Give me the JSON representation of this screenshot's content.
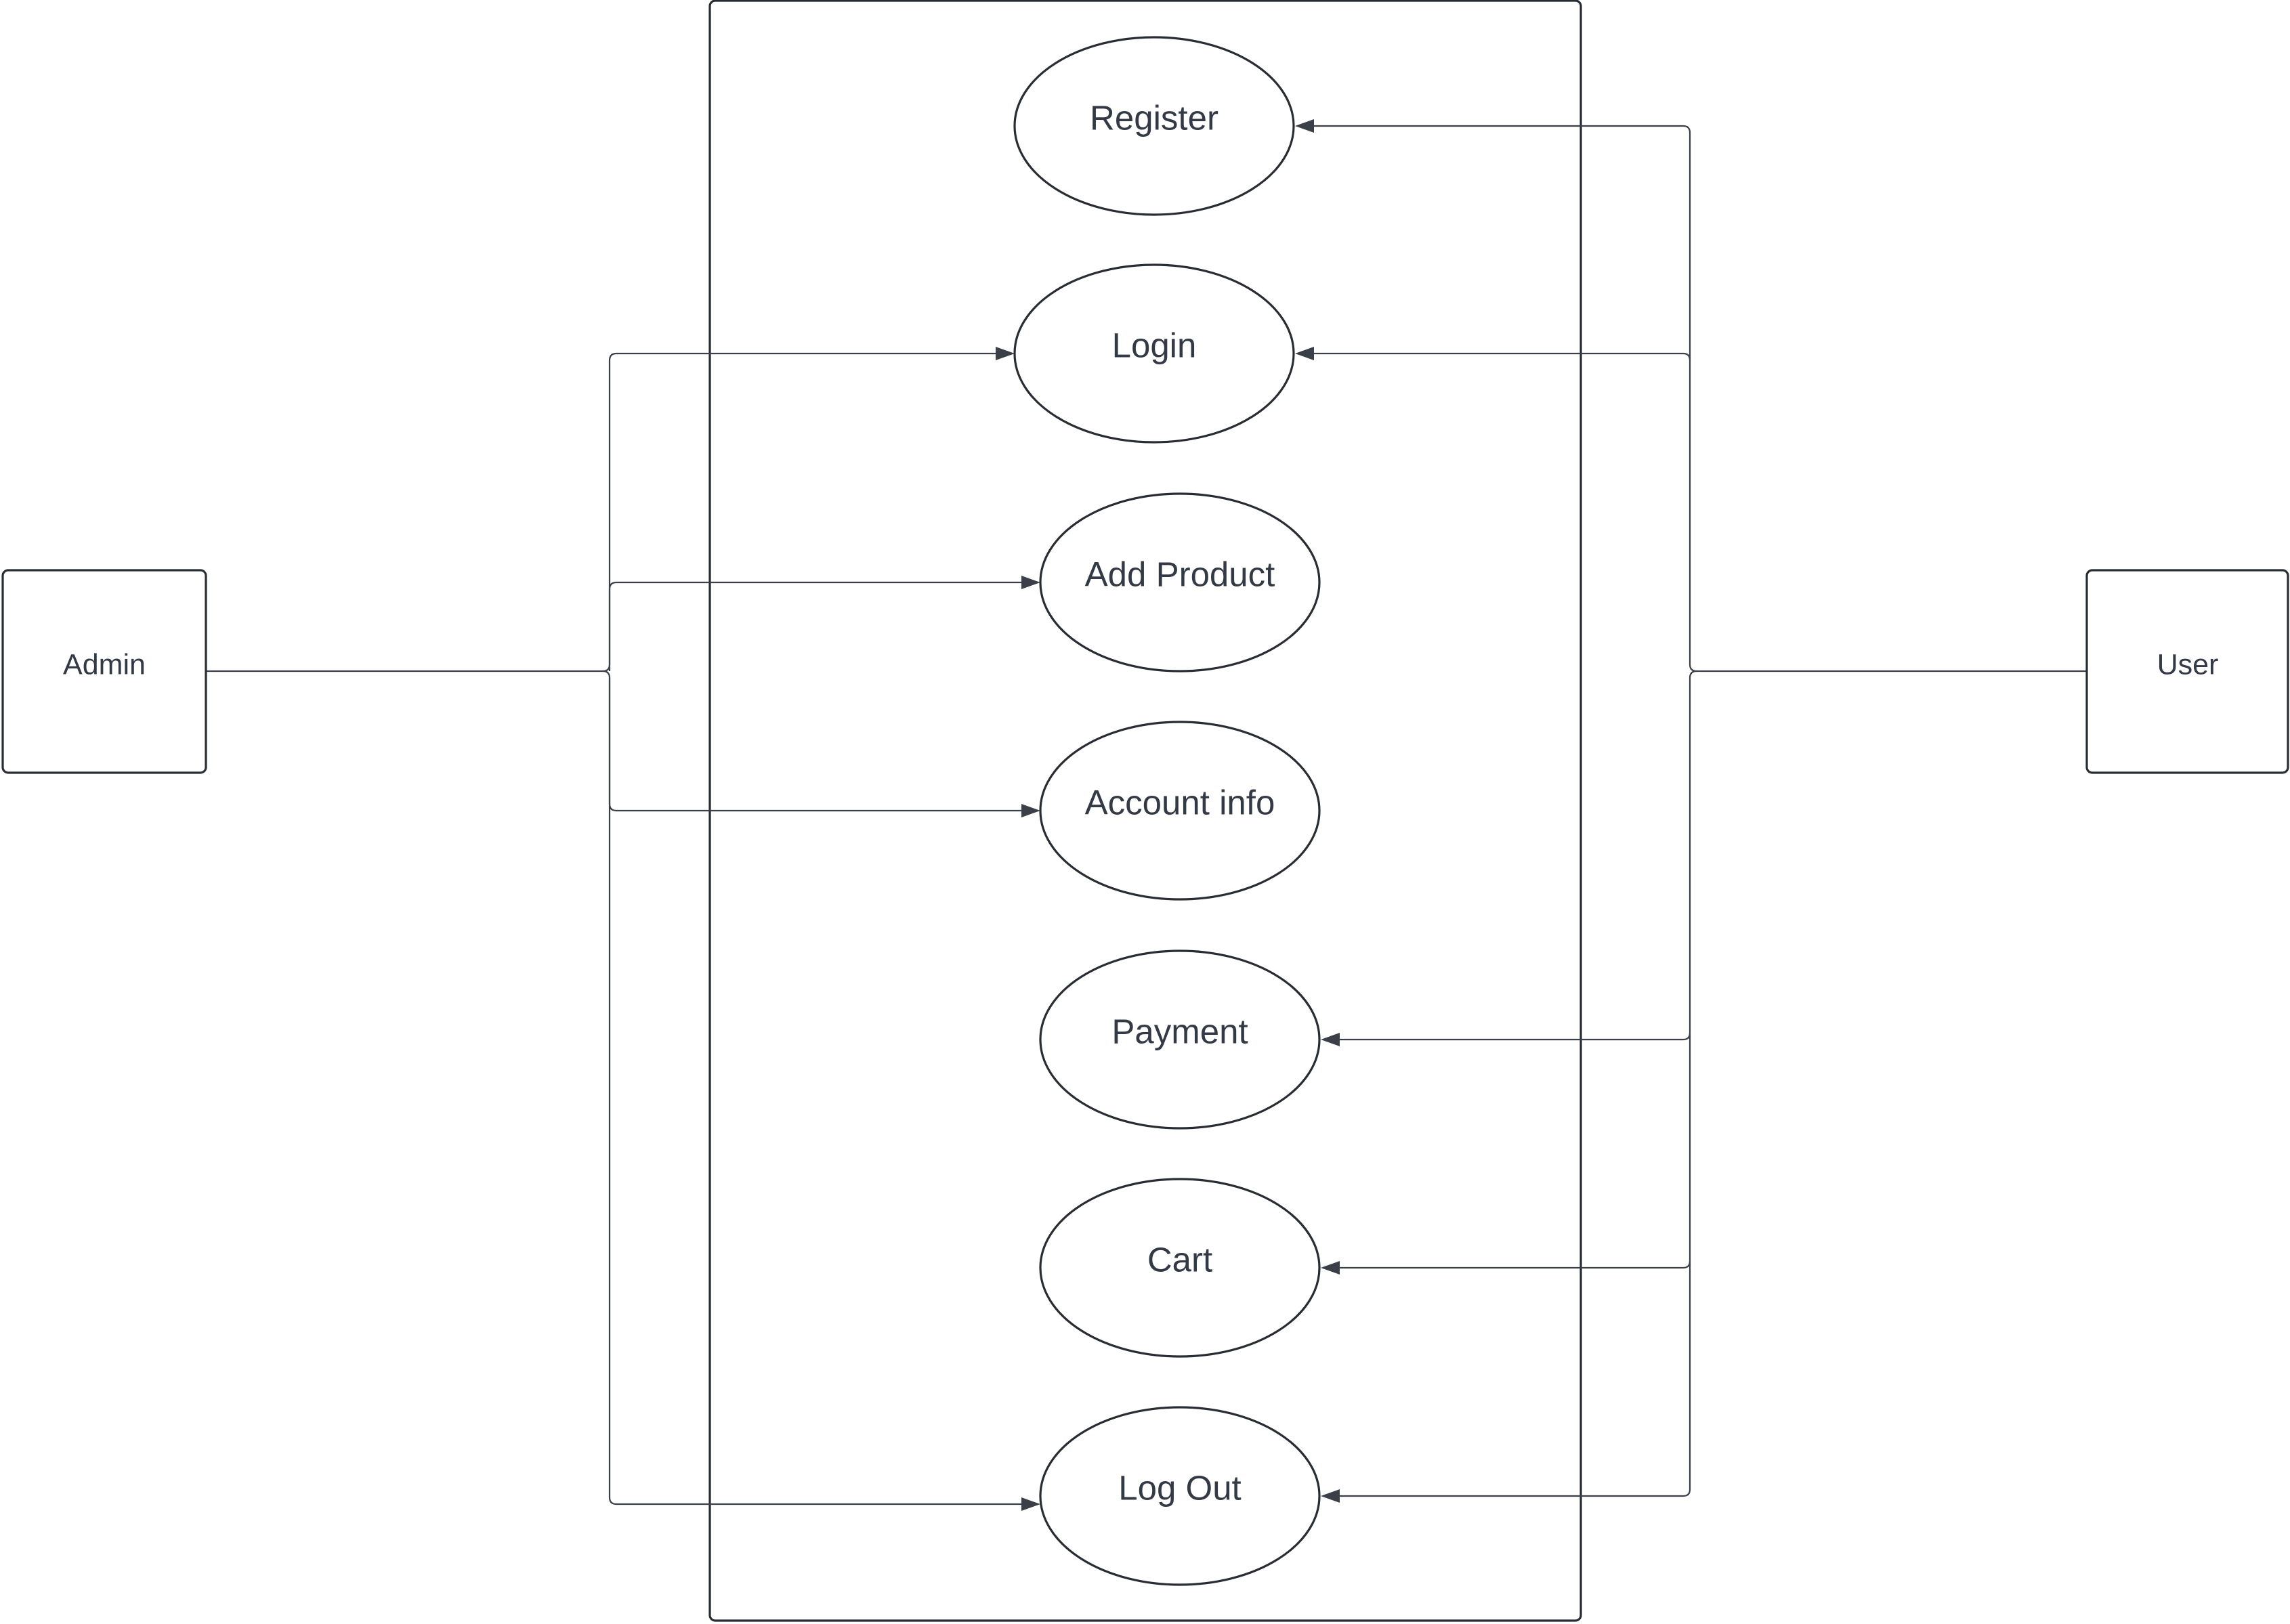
{
  "diagram": {
    "actors": [
      {
        "id": "admin",
        "label": "Admin"
      },
      {
        "id": "user",
        "label": "User"
      }
    ],
    "use_cases": [
      {
        "id": "register",
        "label": "Register"
      },
      {
        "id": "login",
        "label": "Login"
      },
      {
        "id": "add-product",
        "label": "Add Product"
      },
      {
        "id": "account-info",
        "label": "Account info"
      },
      {
        "id": "payment",
        "label": "Payment"
      },
      {
        "id": "cart",
        "label": "Cart"
      },
      {
        "id": "log-out",
        "label": "Log Out"
      }
    ],
    "associations": [
      {
        "from": "admin",
        "to": "login"
      },
      {
        "from": "admin",
        "to": "add-product"
      },
      {
        "from": "admin",
        "to": "account-info"
      },
      {
        "from": "admin",
        "to": "log-out"
      },
      {
        "from": "user",
        "to": "register"
      },
      {
        "from": "user",
        "to": "login"
      },
      {
        "from": "user",
        "to": "payment"
      },
      {
        "from": "user",
        "to": "cart"
      },
      {
        "from": "user",
        "to": "log-out"
      }
    ],
    "colors": {
      "stroke": "#282c33",
      "connector": "#3a3f48",
      "text": "#333a45",
      "fill": "#ffffff"
    }
  }
}
